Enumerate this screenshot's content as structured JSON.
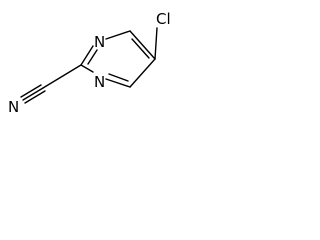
{
  "structure": {
    "atoms": {
      "n_ring_top": "N",
      "n_ring_bottom": "N",
      "n_nitrile": "N",
      "cl": "Cl"
    }
  }
}
